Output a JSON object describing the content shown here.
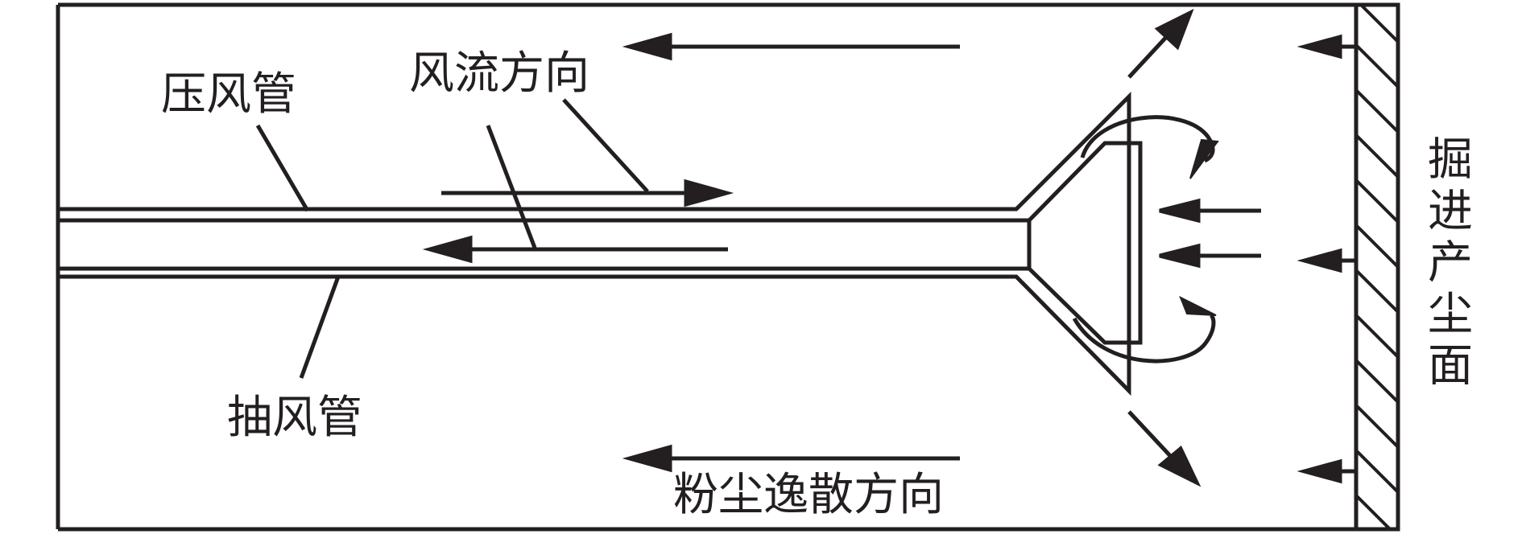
{
  "diagram": {
    "labels": {
      "pressure_duct": "压风管",
      "airflow_direction": "风流方向",
      "exhaust_duct": "抽风管",
      "dust_dispersion_direction": "粉尘逸散方向",
      "heading_face": "掘进产尘面"
    },
    "colors": {
      "stroke": "#231f20",
      "background": "#ffffff"
    }
  }
}
